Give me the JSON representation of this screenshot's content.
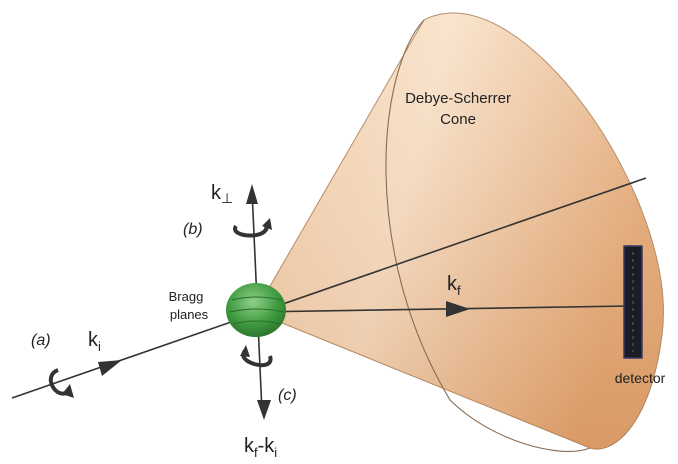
{
  "diagram": {
    "cone_label_line1": "Debye-Scherrer",
    "cone_label_line2": "Cone",
    "bragg_line1": "Bragg",
    "bragg_line2": "planes",
    "detector_label": "detector",
    "k_perp": {
      "base": "k",
      "sub": "⊥"
    },
    "k_i": {
      "base": "k",
      "sub": "i"
    },
    "k_f": {
      "base": "k",
      "sub": "f"
    },
    "k_diff": {
      "base1": "k",
      "sub1": "f",
      "mid": "-k",
      "sub2": "i"
    },
    "label_a": "(a)",
    "label_b": "(b)",
    "label_c": "(c)"
  },
  "colors": {
    "cone_light": "#f6dcc0",
    "cone_mid": "#edbb8e",
    "cone_dark": "#d9955c",
    "sphere": "#4aa24a",
    "axis": "#333333",
    "detector": "#1c1c24"
  }
}
